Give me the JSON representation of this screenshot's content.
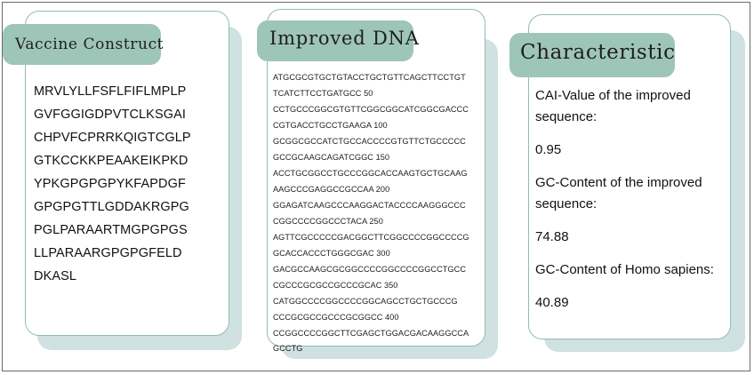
{
  "panels": {
    "vaccine": {
      "title": "Vaccine Construct",
      "lines": [
        "MRVLYLLFSFLFIFLMPLP",
        "GVFGGIGDPVTCLKSGAI",
        "CHPVFCPRRKQIGTCGLP",
        "GTKCCKKPEAAKEIKPKD",
        "YPKGPGPGPYKFAPDGF",
        "GPGPGTTLGDDAKRGPG",
        "PGLPARAARTMGPGPGS",
        "LLPARAARGPGPGFELD",
        "DKASL"
      ]
    },
    "dna": {
      "title": "Improved DNA",
      "lines": [
        "ATGCGCGTGCTGTACCTGCTGTTCAGCTTCCTGT",
        "TCATCTTCCTGATGCC     50",
        "CCTGCCCGGCGTGTTCGGCGGCATCGGCGACCC",
        "CGTGACCTGCCTGAAGA    100",
        "GCGGCGCCATCTGCCACCCCGTGTTCTGCCCCC",
        "GCCGCAAGCAGATCGGC    150",
        "ACCTGCGGCCTGCCCGGCACCAAGTGCTGCAAG",
        "AAGCCCGAGGCCGCCAA    200",
        "GGAGATCAAGCCCAAGGACTACCCCAAGGGCCC",
        "CGGCCCCGGCCCTACA     250",
        "AGTTCGCCCCCGACGGCTTCGGCCCCGGCCCCG",
        "GCACCACCCTGGGCGAC    300",
        "GACGCCAAGCGCGGCCCCGGCCCCGGCCTGCC",
        "CGCCCGCGCCGCCCGCAC    350",
        "CATGGCCCCGGCCCCGGCAGCCTGCTGCCCG",
        "CCCGCGCCGCCCGCGGCC    400",
        "CCGGCCCCGGCTTCGAGCTGGACGACAAGGCCA",
        "GCCTG"
      ]
    },
    "characteristic": {
      "title": "Characteristic",
      "lines": [
        "CAI-Value of the improved",
        "sequence:",
        "0.95",
        "GC-Content of the improved",
        "sequence:",
        "74.88",
        "GC-Content of Homo sapiens:",
        "40.89"
      ]
    }
  }
}
